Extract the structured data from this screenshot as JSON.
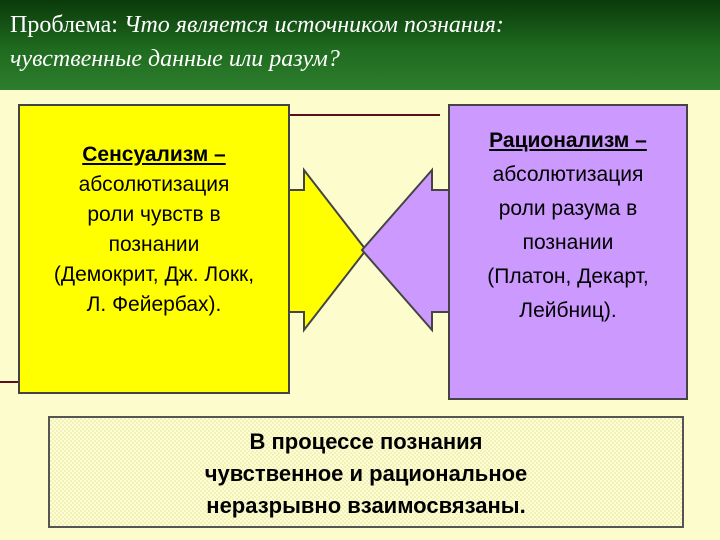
{
  "title": {
    "prefix": "Проблема: ",
    "line1_italic": "Что является источником познания:",
    "line2_italic": "чувственные данные или разум?"
  },
  "left": {
    "term": "Сенсуализм –",
    "lines": [
      "абсолютизация",
      "роли чувств в",
      "познании",
      "(Демокрит, Дж. Локк,",
      "Л. Фейербах)."
    ]
  },
  "right": {
    "term": "Рационализм –",
    "lines": [
      "абсолютизация",
      "роли разума в",
      "познании",
      "(Платон, Декарт,",
      "Лейбниц)."
    ]
  },
  "conclusion": {
    "lines": [
      "В процессе познания",
      "чувственное и рациональное",
      "неразрывно взаимосвязаны."
    ]
  },
  "colors": {
    "left_box": "#ffff00",
    "right_box": "#cc99ff",
    "title_bar": "#1f6b1f"
  }
}
